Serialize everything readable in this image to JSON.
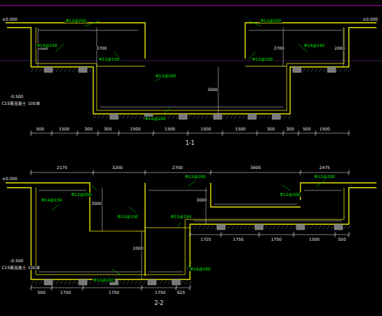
{
  "diagram": {
    "labels": [
      "500",
      "1500",
      "300",
      "300",
      "1500",
      "1500",
      "1500",
      "1500",
      "300",
      "300",
      "500",
      "1500",
      "2000",
      "3700",
      "3700",
      "2000",
      "3000",
      "Φ12@200",
      "Φ12@200",
      "Φ12@200",
      "Φ14@150",
      "Φ14@150",
      "Φ12@150",
      "Φ12@150",
      "Φ16@200",
      "-0.500",
      "C15素混凝土 100厚",
      "±0.000",
      "±0.000",
      "1-1",
      "2175",
      "3200",
      "2700",
      "3600",
      "2475",
      "500",
      "1750",
      "1750",
      "1750",
      "625",
      "1725",
      "1750",
      "1750",
      "1500",
      "550",
      "3000",
      "2000",
      "3000",
      "Φ12@200",
      "Φ12@200",
      "Φ12@200",
      "Φ12@200",
      "Φ14@150",
      "Φ12@150",
      "Φ12@150",
      "Φ16@200",
      "Φ16@200",
      "±0.000",
      "-0.500",
      "C15素混凝土 100厚",
      "2-2"
    ]
  }
}
